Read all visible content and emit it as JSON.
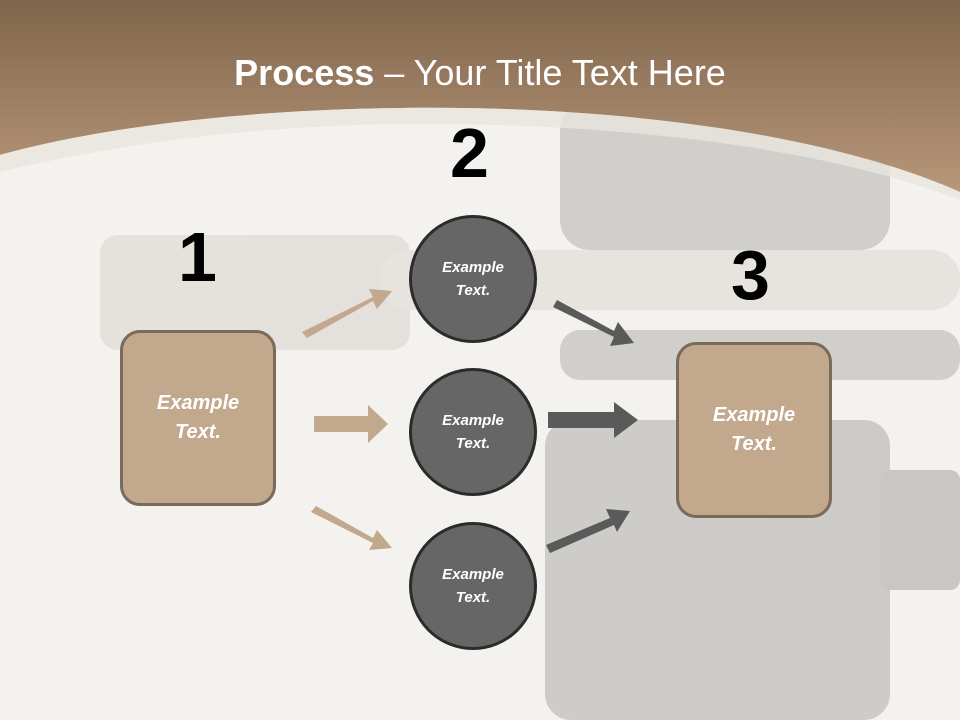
{
  "title": {
    "bold": "Process",
    "rest": " – Your Title Text Here"
  },
  "steps": [
    {
      "number": "1",
      "label": "Example\nText."
    },
    {
      "number": "2"
    },
    {
      "number": "3",
      "label": "Example\nText."
    }
  ],
  "middle_nodes": [
    {
      "label": "Example\nText."
    },
    {
      "label": "Example\nText."
    },
    {
      "label": "Example\nText."
    }
  ],
  "colors": {
    "header": "#9b7b5c",
    "box": "#c2a88d",
    "circle": "#666666",
    "arrow_in": "#c2a88d",
    "arrow_out": "#5a5a5a"
  }
}
